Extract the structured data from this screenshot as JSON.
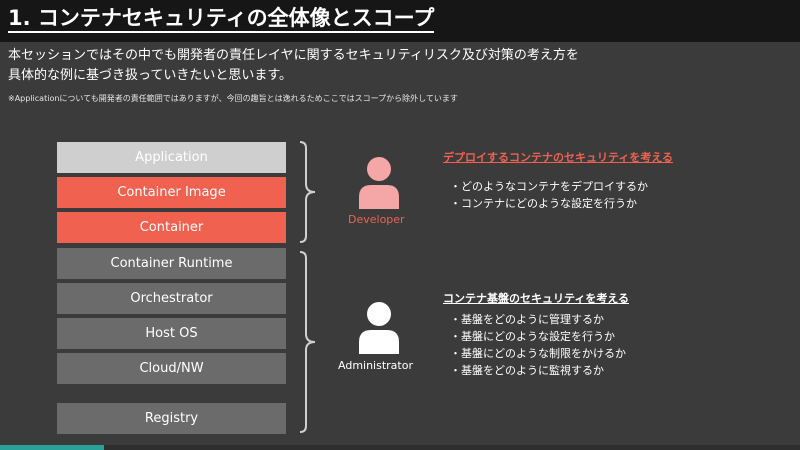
{
  "header": {
    "title": "1. コンテナセキュリティの全体像とスコープ"
  },
  "intro": {
    "line1": "本セッションではその中でも開発者の責任レイヤに関するセキュリティリスク及び対策の考え方を",
    "line2": "具体的な例に基づき扱っていきたいと思います。",
    "note": "※Applicationについても開発者の責任範囲ではありますが、今回の趣旨とは逸れるためここではスコープから除外しています"
  },
  "layers": [
    {
      "label": "Application",
      "style": "light"
    },
    {
      "label": "Container Image",
      "style": "red"
    },
    {
      "label": "Container",
      "style": "red"
    },
    {
      "label": "Container Runtime",
      "style": "gray"
    },
    {
      "label": "Orchestrator",
      "style": "gray"
    },
    {
      "label": "Host OS",
      "style": "gray"
    },
    {
      "label": "Cloud/NW",
      "style": "gray"
    },
    {
      "label": "Registry",
      "style": "gray"
    }
  ],
  "developer": {
    "role_label": "Developer",
    "icon": "person-icon",
    "color": "#f5a6a6",
    "section_title": "デプロイするコンテナのセキュリティを考える",
    "title_color": "#f06150",
    "bullets": [
      "・どのようなコンテナをデプロイするか",
      "・コンテナにどのような設定を行うか"
    ]
  },
  "administrator": {
    "role_label": "Administrator",
    "icon": "person-icon",
    "color": "#ffffff",
    "section_title": "コンテナ基盤のセキュリティを考える",
    "bullets": [
      "・基盤をどのように管理するか",
      "・基盤にどのような設定を行うか",
      "・基盤にどのような制限をかけるか",
      "・基盤をどのように監視するか"
    ]
  },
  "progress": {
    "fraction": 0.13,
    "color": "#2aa198"
  }
}
